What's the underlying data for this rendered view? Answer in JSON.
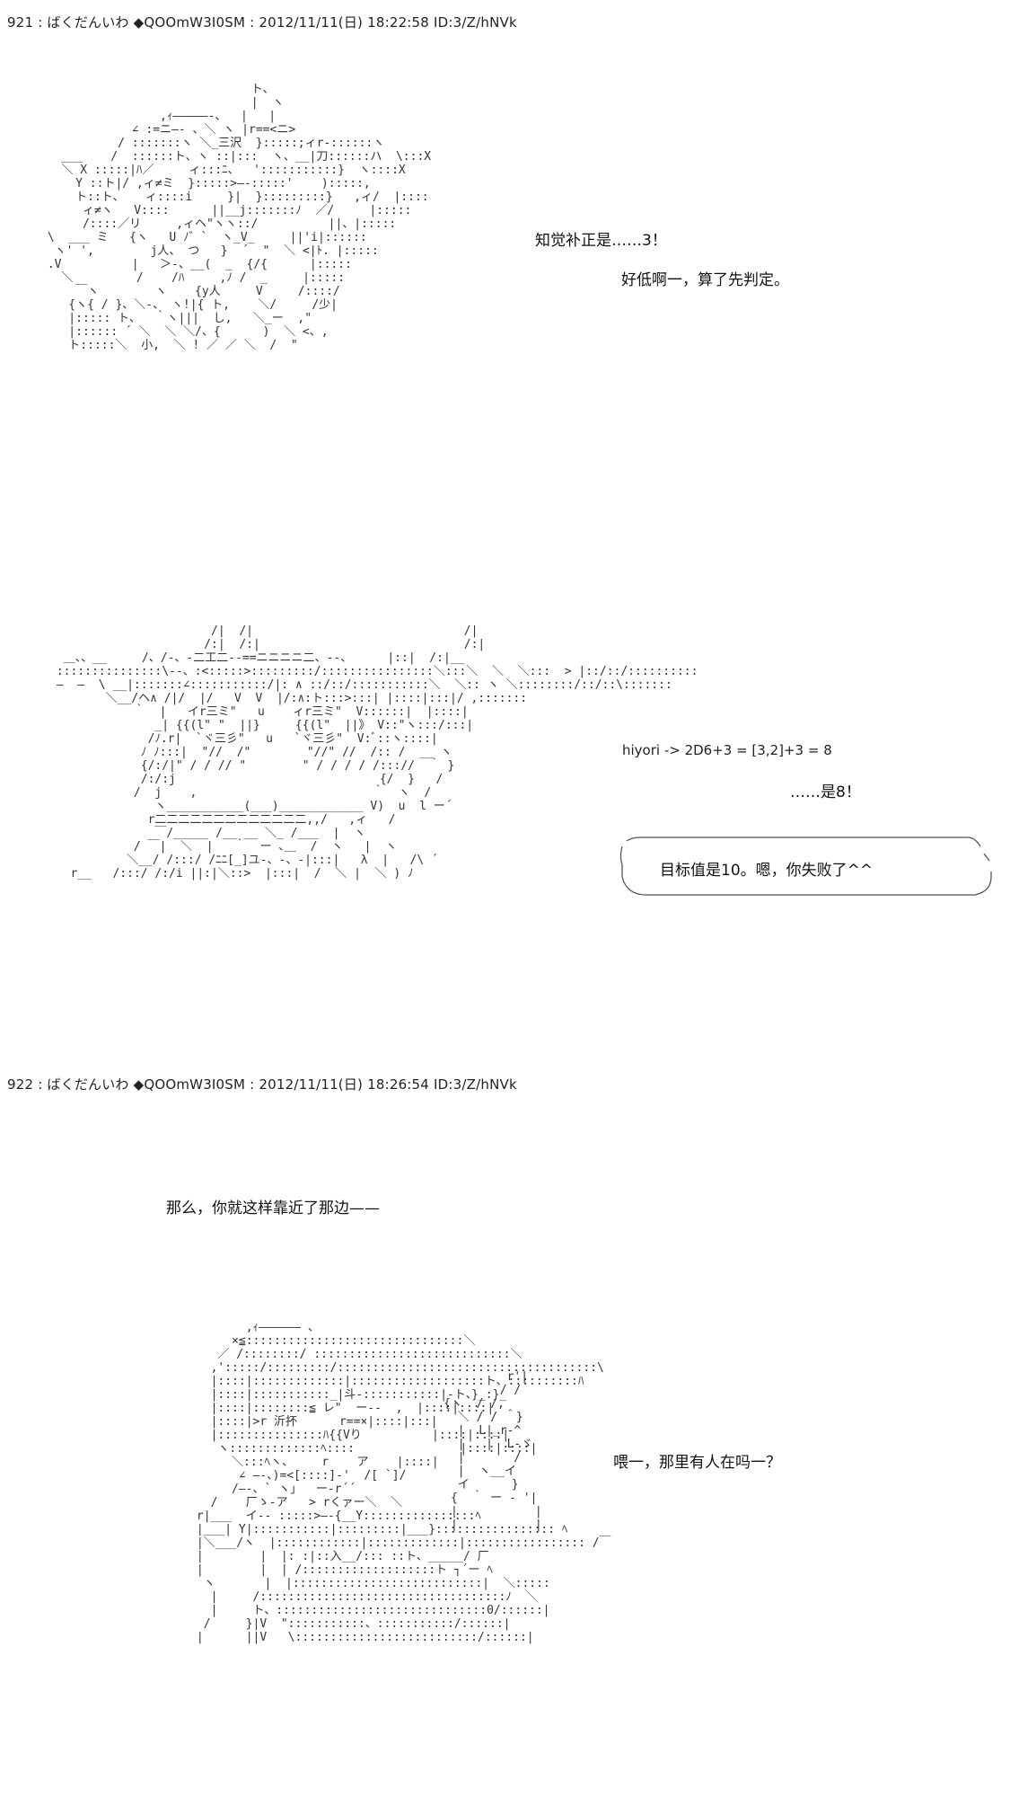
{
  "posts": [
    {
      "header": "921 : ばくだんいわ ◆QOOmW3I0SM : 2012/11/11(日) 18:22:58 ID:3/Z/hNVk",
      "lines": {
        "l1": "知觉补正是……3！",
        "l2": "好低啊一，算了先判定。",
        "dice_roll": "hiyori -> 2D6+3 = [3,2]+3 = 8",
        "dice_result": "……是8！",
        "bubble": "目标值是10。嗯，你失败了^^"
      }
    },
    {
      "header": "922 : ばくだんいわ ◆QOOmW3I0SM : 2012/11/11(日) 18:26:54 ID:3/Z/hNVk",
      "lines": {
        "l1": "那么，你就这样靠近了那边——",
        "l2": "喂一，那里有人在吗一？"
      }
    }
  ],
  "ascii_art": {
    "art1": "                              ト、\n                              |  ヽ\n                 ,ｨ―――――-、  |   |\n             ∠ :=ニ―- 、＼ ヽ |r==<ニ>\n           / :::::::ヽ ＼_三沢  }:::::;ィr‐::::::ヽ\n   ___    /  ::::::ト、ヽ ::|:::  ヽ、__|刀::::::ハ  \\:::X\n   ＼ X :::::|ﾊ／     ィ:::ﾆ、  ':::::::::::}  ヽ::::X\n     Y ::ト|/ ,ィ≠ミ  }:::::>―‐:::::'    ):::::,\n     ト::ト、   ィ::::i     }|  }:::::::::}   ,ィ/  |::::\n      ィ≠ヽ   V::::      ||__j:::::::ﾉ  ／/     |:::::\n      /::::／リ     ,ィヘ\"ヽヽ::/          ||、|:::::\n \\  ___ ミ   {ヽ   U ﾉ゛`  ヽ_V_     ||'i|::::::\n  ヽ' ',        j人、 つ   }  ´  \"  ＼ <|ﾄ. |:::::\n .V          |   ＞-、__(  _  {/{      |:::::\n   ＼         /    /ﾊ     ,ﾉ /  _     |:::::\n     ￣ヽ        ヽ    {y人     V     /::::/\n    {ヽ{ / }、＼-、 ヽ!|{ ト,    ＼/     /少|\n    |::::: ト、  ｀ヽ|||  し,   ＼_ー  ,\"\n    |:::::: ´ ＼  ＼ ＼/、{      )  ＼ <、,\n    ト:::::＼  小,  ＼ ! ／ ／ ＼  /  \"",
    "art2": "                       /|  /|                              /|\n                      /:|  /:|                             /:|\n  ＿、、__     /、/-、-二工二--==ニニニニ二、--、     |::|  /:|__\n :::::::::::::::\\--、:<:::::>:::::::::/::::::::::::::::＼:::＼  ＼  ＼:::  > |::/::/::::::::::\n ―  ―  \\ __|:::::::∠:::::::::::/|: ∧ ::/::/:::::::::::＼  ＼:: ヽ ＼::::::::/::/::\\:::::::\n        ＼__/ヘ∧ /|/  |/   V  V  |/:∧:ト:::>:::| |::::|:::|/ ,:::::::\n            ｀  |   イr三ミ\"   u    ィr三ミ\"  V::::::|  |::::|\n               _| {{(l\" \"  ||}     {{(l\"  ||》 V::\"ヽ:::/:::|\n              /ﾉ.r|  `ヾ三彡\"   u   `ヾ三彡\"  V:ﾞ::ヽ::::|\n             ﾉ ﾉ:::|  \"//  /\"        \"//\" //  /:: /  __ ヽ\n             {/:/|\" / / // \"        \" / / / / /::://  ｀ }\n             /:/:j                             {/  }   /\n            /  j    ,                         ｀  ヽ  /\n               ヽ___________(___)____________ V)  u  l ー´\n              r二二二二二二二二二二二二二,,/   ,ィ   /\n               ￣/_____ /__ __ ＼_ /___  |  ヽ\n            / ￣|  ＼  |   ｀  ー ､＿  /  ヽ   |  ヽ\n           ＼__/ /:::/ /ﾆﾆ[_]ユ-、-、-|:::|   λ  |   /\\ ´\n   r__   /:::/ /:/i ||:|＼::>  |:::|  /  ＼ |  ＼ ) ﾉ",
    "art3": "                   ,ｨ―――――― 、\n                 ×≦:::::::::::::::::::::::::::::::＼\n               ／ /::::::::/ ::::::::::::::::::::::::::::＼\n              ,':::::/:::::::::/:::::::::::::::::::::::::::::::::::::\\\n              |::::|:::::::::::::|:::::::::::::::::::ト、::::::::::ﾊ\n              |::::|:::::::::::_|斗-:::::::::::|-ト、}_:}_\n              |::::|::::::::≦ レ\"  ー-‐  ,  |::::|::::|\n              |::::|>r 沂抔      r==×|::::|:::|\n              |:::::::::::::::ﾊ{{Vり          |::::|::::|\n               ヽ:::::::::::::ﾍ::::               |::::|::::|\n                 ＼:::ﾍヽ、    r    ア    |::::|\n                  ∠ ―-、)=<[::::]-'  /[ `]/\n                 /―-、` ヽ」  ー-r´´\n              /    厂ゝ-ア   > rくァー＼  ＼\n            r|___  イ-‐ :::::>―-{__Y::::::::::::::::ﾍ\n            |___| Y|:::::::::::|:::::::::|___}::::::::::::::::: ﾍ\n            |＼___/ヽ  |::::::::::::|:::::::::::::|::::::::::::::::: /￣\n            |        |  |: :|::入__/::: ::ト、_____/ 厂\n            |        |  | /:::::::::::::::::::ト ┐´ー ﾍ\n             ヽ       |  |:::::::::::::::::::::::::::|  ＼:::::\n              |     /:::::::::::::::::::::::::::::::::::ﾉ  ＼\n              |     ト、::::::::::::::::::::::::::::::0/::::::|\n             /     }|V  \":::::::::::、:::::::::::/::::::|\n            |      ||V   \\::::::::::::::::::::::::::/::::::|",
    "hand": "              r'|\n             / /\n     {ヽ  / /,\n       ＼ / / ＾}\n       |  L|_r-^\n       |   |  L-ゞ\n       |       /\n       |  ヽ__イ\n       イ      }\n      {  ｀ ー ‐ '|\n      |           |\n      |           |"
  },
  "colors": {
    "text": "#111111",
    "art": "#333333",
    "header": "#222222",
    "background": "#ffffff"
  }
}
